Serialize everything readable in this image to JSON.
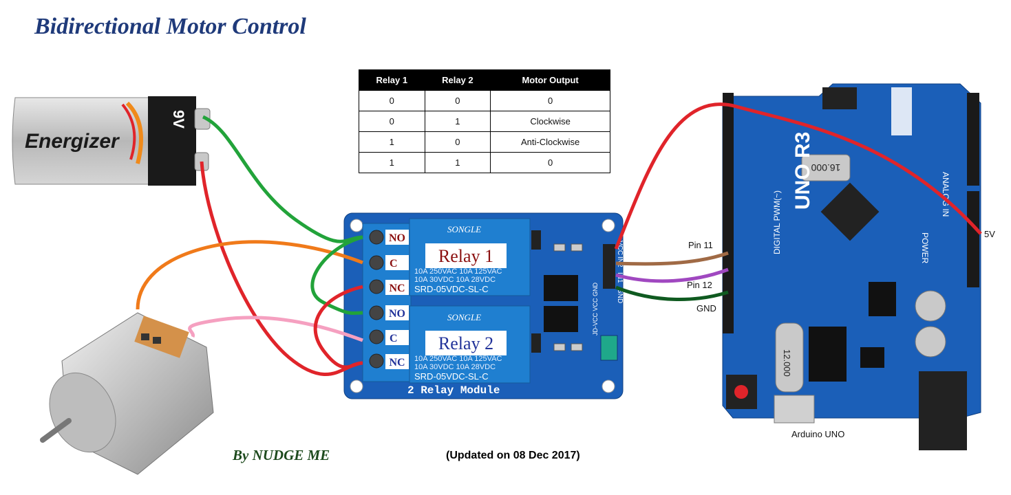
{
  "title": "Bidirectional Motor Control",
  "table": {
    "headers": [
      "Relay 1",
      "Relay 2",
      "Motor Output"
    ],
    "rows": [
      [
        "0",
        "0",
        "0"
      ],
      [
        "0",
        "1",
        "Clockwise"
      ],
      [
        "1",
        "0",
        "Anti-Clockwise"
      ],
      [
        "1",
        "1",
        "0"
      ]
    ]
  },
  "battery": {
    "brand": "Energizer",
    "voltage": "9V"
  },
  "relay_module": {
    "relay1_label": "Relay 1",
    "relay2_label": "Relay 2",
    "relay_brand": "SONGLE",
    "relay_rating_1": "10A 250VAC  10A 125VAC",
    "relay_rating_2": "10A 30VDC  10A 28VDC",
    "relay_part": "SRD-05VDC-SL-C",
    "board_name": "2 Relay Module",
    "terminals": [
      "NO",
      "C",
      "NC",
      "NO",
      "C",
      "NC"
    ],
    "header_pins": [
      "VCC",
      "IN2",
      "IN1",
      "GND"
    ],
    "jumper_label": "JD-VCC  VCC  GND"
  },
  "arduino": {
    "board_label": "UNO R3",
    "crystal": "16.000",
    "crystal2": "12.000",
    "caption": "Arduino UNO",
    "pin_label_11": "Pin 11",
    "pin_label_12": "Pin 12",
    "gnd_label": "GND",
    "v5_label": "5V",
    "digital_label": "DIGITAL PWM(~)",
    "analog_label": "ANALOG IN",
    "power_label": "POWER"
  },
  "byline": "By NUDGE ME",
  "updated": "(Updated on 08 Dec 2017)",
  "colors": {
    "title": "#1f3a7a",
    "board_blue": "#1b5fb8",
    "terminal_blue": "#1f7fd0",
    "wire_red": "#e0242a",
    "wire_green": "#22a33a",
    "wire_orange": "#f07a1a",
    "wire_pink": "#f5a0c0",
    "wire_brown": "#a06a45",
    "wire_purple": "#a048c0",
    "wire_darkgreen": "#0f5a20",
    "label_red": "#8b1010",
    "label_blue": "#22339a"
  }
}
